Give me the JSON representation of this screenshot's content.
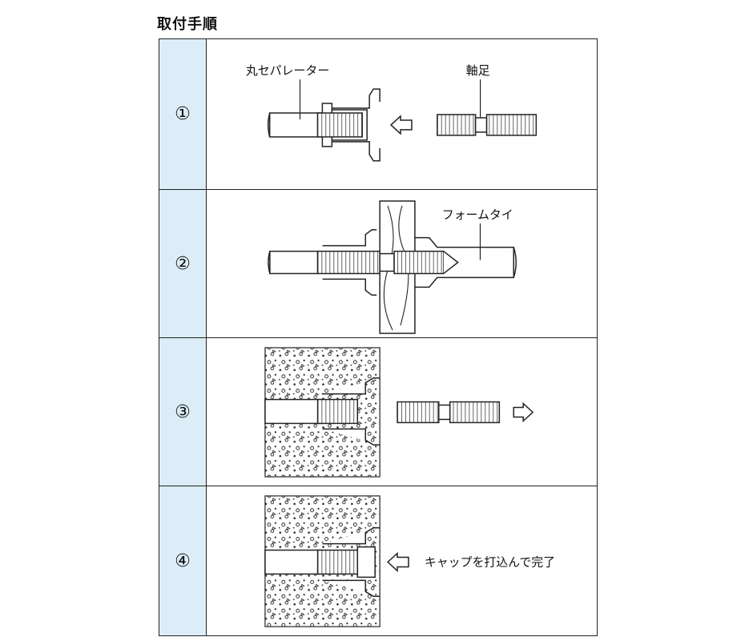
{
  "title": "取付手順",
  "steps": [
    {
      "number": "①",
      "labels": [
        "丸セパレーター",
        "軸足"
      ]
    },
    {
      "number": "②",
      "labels": [
        "フォームタイ"
      ]
    },
    {
      "number": "③",
      "labels": []
    },
    {
      "number": "④",
      "labels": [
        "キャップを打込んで完了"
      ]
    }
  ]
}
